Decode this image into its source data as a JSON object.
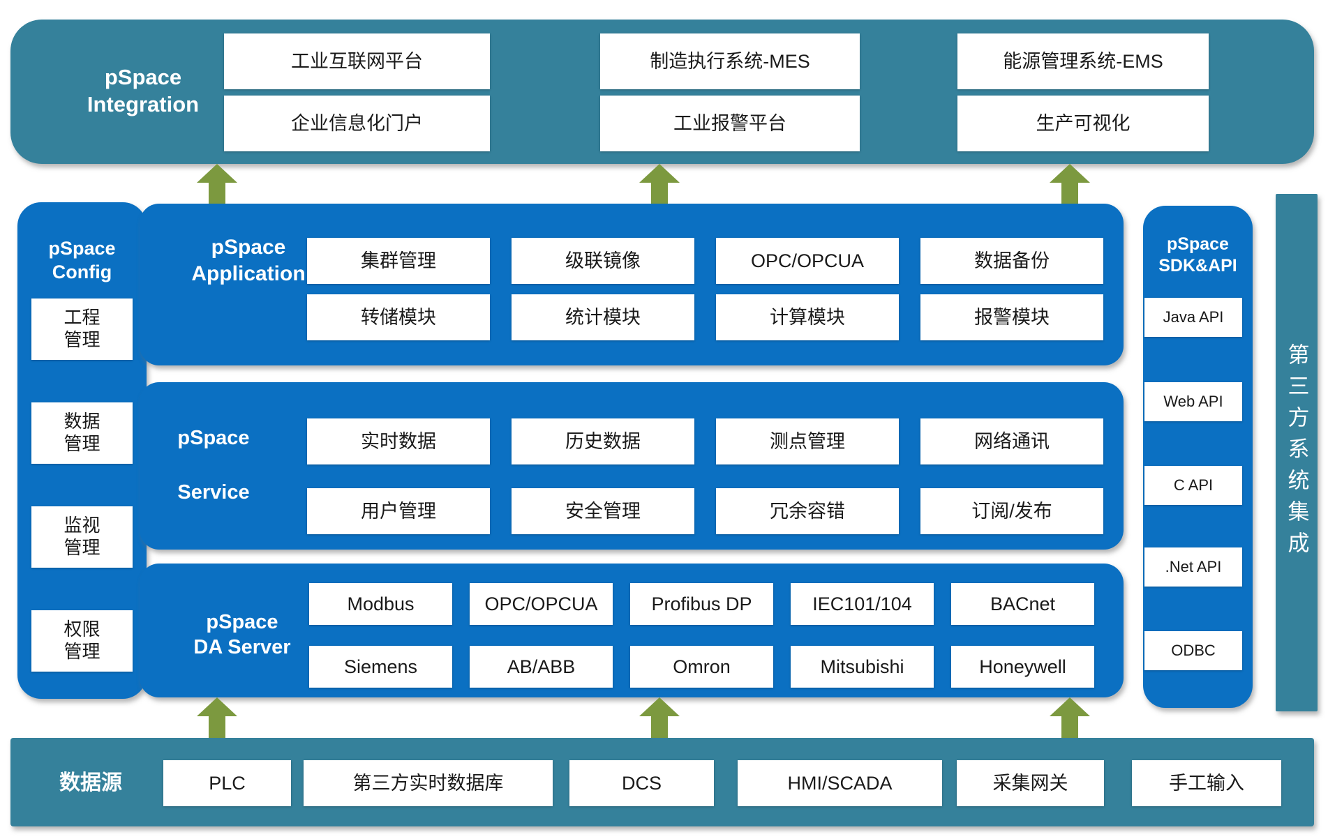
{
  "integration": {
    "label": "pSpace\nIntegration",
    "boxes": [
      "工业互联网平台",
      "企业信息化门户",
      "制造执行系统-MES",
      "工业报警平台",
      "能源管理系统-EMS",
      "生产可视化"
    ]
  },
  "config": {
    "label": "pSpace\nConfig",
    "items": [
      "工程\n管理",
      "数据\n管理",
      "监视\n管理",
      "权限\n管理"
    ]
  },
  "application": {
    "label": "pSpace\nApplication",
    "boxes": [
      "集群管理",
      "级联镜像",
      "OPC/OPCUA",
      "数据备份",
      "转储模块",
      "统计模块",
      "计算模块",
      "报警模块"
    ]
  },
  "service": {
    "label_line1": "pSpace",
    "label_line2": "Service",
    "boxes": [
      "实时数据",
      "历史数据",
      "测点管理",
      "网络通讯",
      "用户管理",
      "安全管理",
      "冗余容错",
      "订阅/发布"
    ]
  },
  "da_server": {
    "label": "pSpace\nDA Server",
    "boxes": [
      "Modbus",
      "OPC/OPCUA",
      "Profibus DP",
      "IEC101/104",
      "BACnet",
      "Siemens",
      "AB/ABB",
      "Omron",
      "Mitsubishi",
      "Honeywell"
    ]
  },
  "sdk": {
    "label": "pSpace\nSDK&API",
    "items": [
      "Java API",
      "Web API",
      "C API",
      ".Net API",
      "ODBC"
    ]
  },
  "third_party": {
    "label": "第三方系统集成"
  },
  "datasource": {
    "label": "数据源",
    "boxes": [
      "PLC",
      "第三方实时数据库",
      "DCS",
      "HMI/SCADA",
      "采集网关",
      "手工输入"
    ]
  },
  "colors": {
    "teal": "#35819b",
    "blue": "#0b70c2",
    "arrow_green": "#7c993f",
    "box_text": "#1a1a1a"
  }
}
